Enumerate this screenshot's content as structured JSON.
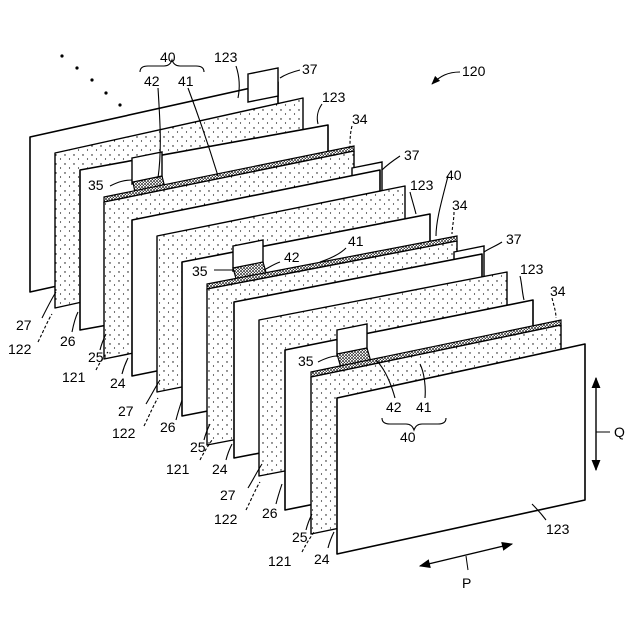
{
  "figure": {
    "assembly_label": "120",
    "labels": {
      "group_40": "40",
      "l42": "42",
      "l41": "41",
      "l123": "123",
      "l37": "37",
      "l34": "34",
      "l35": "35",
      "l27": "27",
      "l122": "122",
      "l26": "26",
      "l25": "25",
      "l121": "121",
      "l24": "24",
      "axis_q": "Q",
      "axis_p": "P"
    }
  }
}
